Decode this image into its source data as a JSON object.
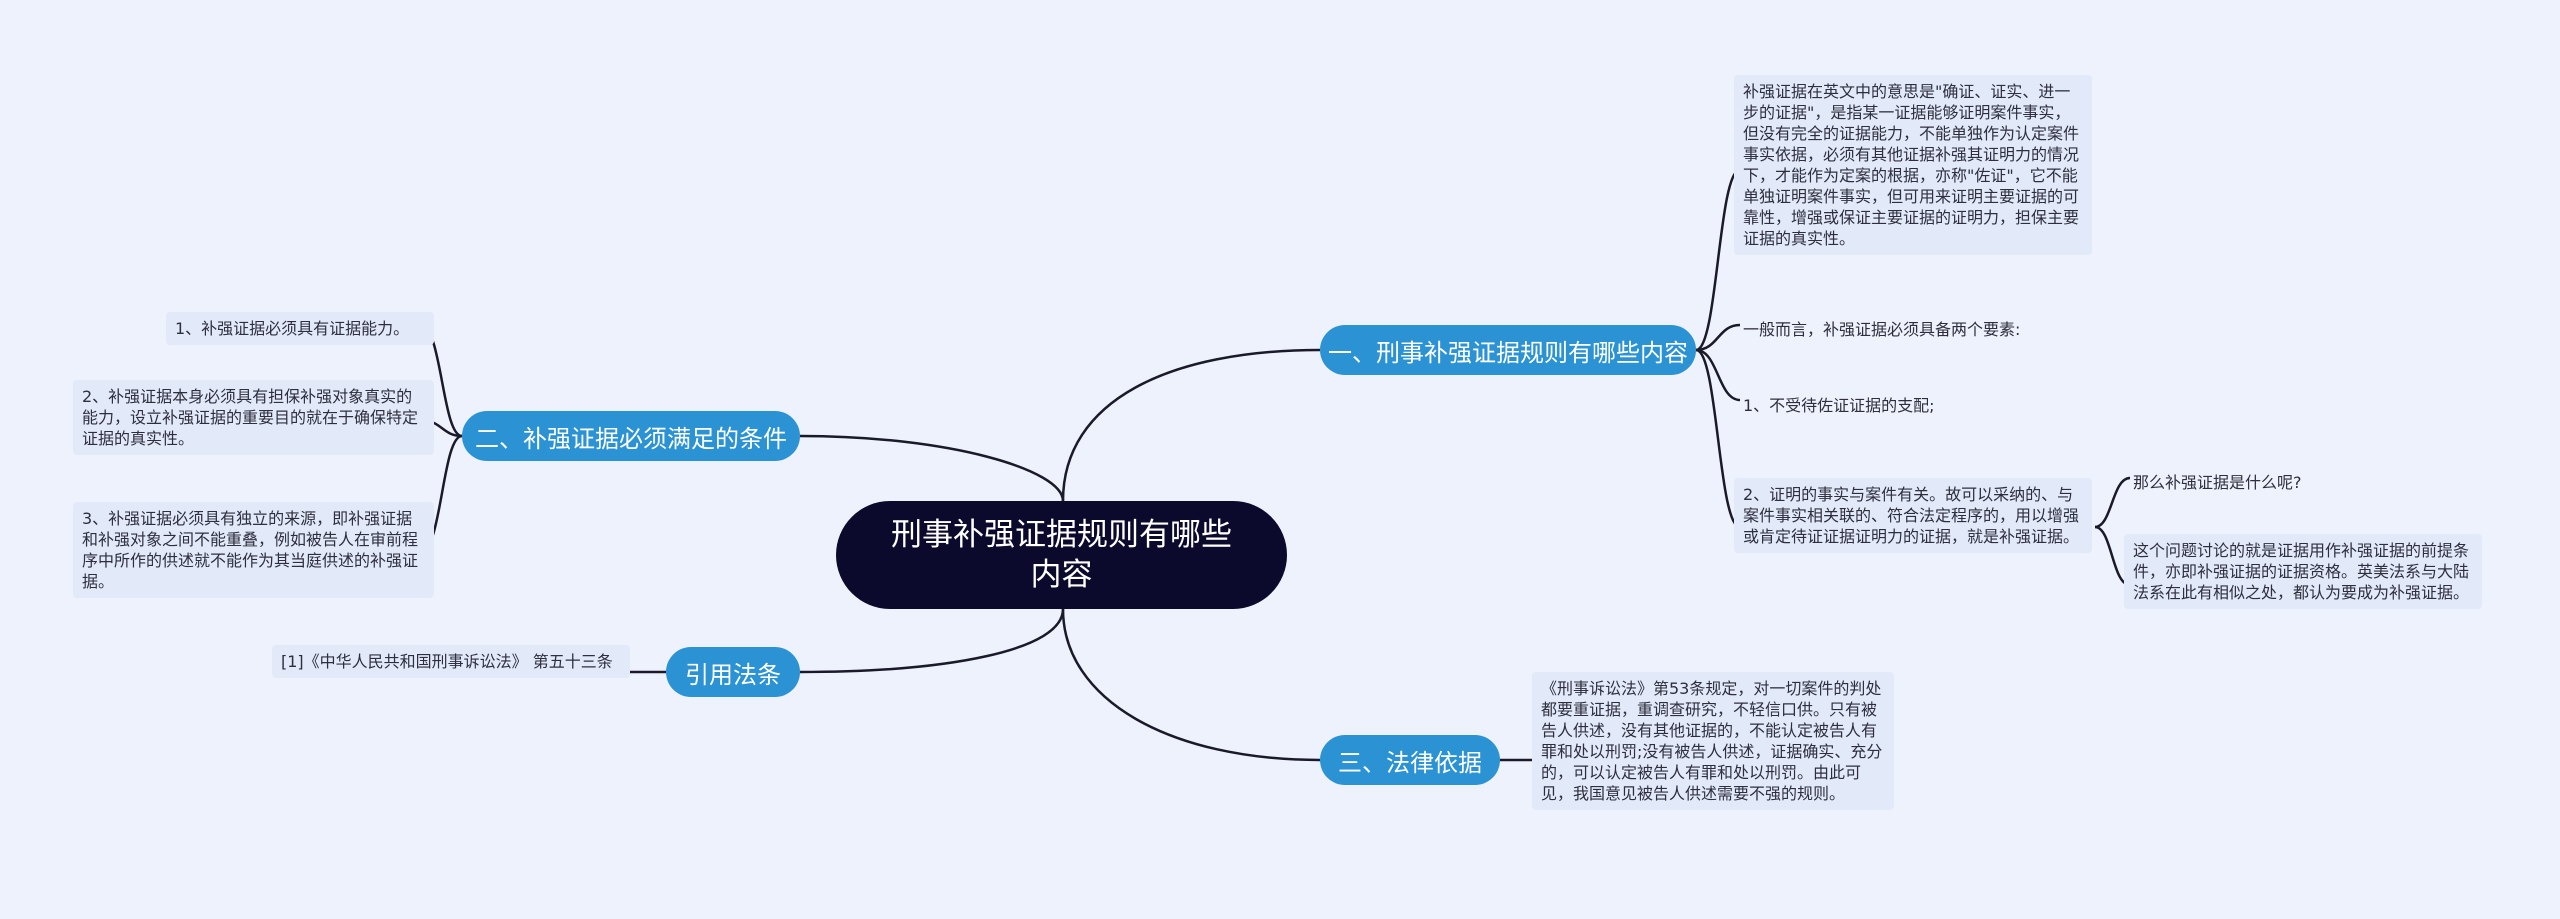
{
  "root": {
    "title": "刑事补强证据规则有哪些内容"
  },
  "branches": {
    "b1": {
      "label": "一、刑事补强证据规则有哪些内容"
    },
    "b2": {
      "label": "二、补强证据必须满足的条件"
    },
    "b3": {
      "label": "三、法律依据"
    },
    "b4": {
      "label": "引用法条"
    }
  },
  "leaves": {
    "b1_1": "补强证据在英文中的意思是\"确证、证实、进一步的证据\"，是指某一证据能够证明案件事实，但没有完全的证据能力，不能单独作为认定案件事实依据，必须有其他证据补强其证明力的情况下，才能作为定案的根据，亦称\"佐证\"，它不能单独证明案件事实，但可用来证明主要证据的可靠性，增强或保证主要证据的证明力，担保主要证据的真实性。",
    "b1_2": "一般而言，补强证据必须具备两个要素:",
    "b1_3": "1、不受待佐证证据的支配;",
    "b1_4": "2、证明的事实与案件有关。故可以采纳的、与案件事实相关联的、符合法定程序的，用以增强或肯定待证证据证明力的证据，就是补强证据。",
    "b1_4_1": "那么补强证据是什么呢?",
    "b1_4_2": "这个问题讨论的就是证据用作补强证据的前提条件，亦即补强证据的证据资格。英美法系与大陆法系在此有相似之处，都认为要成为补强证据。",
    "b2_1": "1、补强证据必须具有证据能力。",
    "b2_2": "2、补强证据本身必须具有担保补强对象真实的能力，设立补强证据的重要目的就在于确保特定证据的真实性。",
    "b2_3": "3、补强证据必须具有独立的来源，即补强证据和补强对象之间不能重叠，例如被告人在审前程序中所作的供述就不能作为其当庭供述的补强证据。",
    "b3_1": "《刑事诉讼法》第53条规定，对一切案件的判处都要重证据，重调查研究，不轻信口供。只有被告人供述，没有其他证据的，不能认定被告人有罪和处以刑罚;没有被告人供述，证据确实、充分的，可以认定被告人有罪和处以刑罚。由此可见，我国意见被告人供述需要不强的规则。",
    "b4_1": "[1]《中华人民共和国刑事诉讼法》 第五十三条"
  },
  "colors": {
    "background": "#eef2fc",
    "root": "#0c0a2c",
    "branch": "#2b92d3",
    "leaf": "#e2eafa",
    "line": "#1a1a2a"
  }
}
